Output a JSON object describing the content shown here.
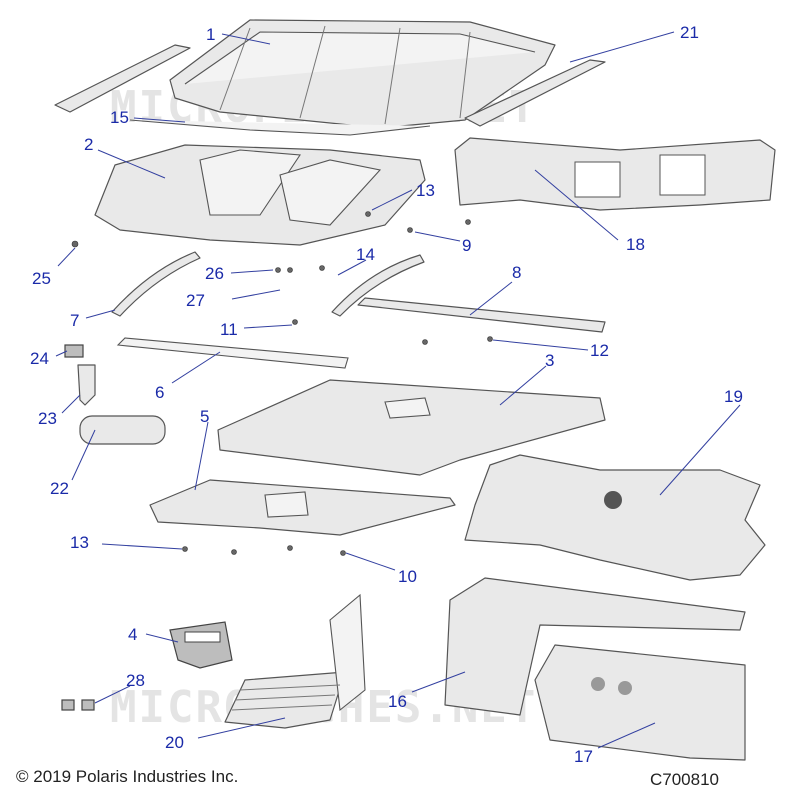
{
  "watermark_text": "MICROFICHES.NET",
  "copyright": "© 2019 Polaris Industries Inc.",
  "drawing_code": "C700810",
  "callouts": [
    "1",
    "2",
    "3",
    "4",
    "5",
    "6",
    "7",
    "8",
    "9",
    "10",
    "11",
    "12",
    "13",
    "13",
    "14",
    "15",
    "16",
    "17",
    "18",
    "19",
    "20",
    "21",
    "22",
    "23",
    "24",
    "25",
    "26",
    "27",
    "28"
  ],
  "colors": {
    "callout": "#1a2aa8",
    "leader": "#3340a0",
    "part_stroke": "#555555",
    "part_fill": "#e9e9e9"
  }
}
